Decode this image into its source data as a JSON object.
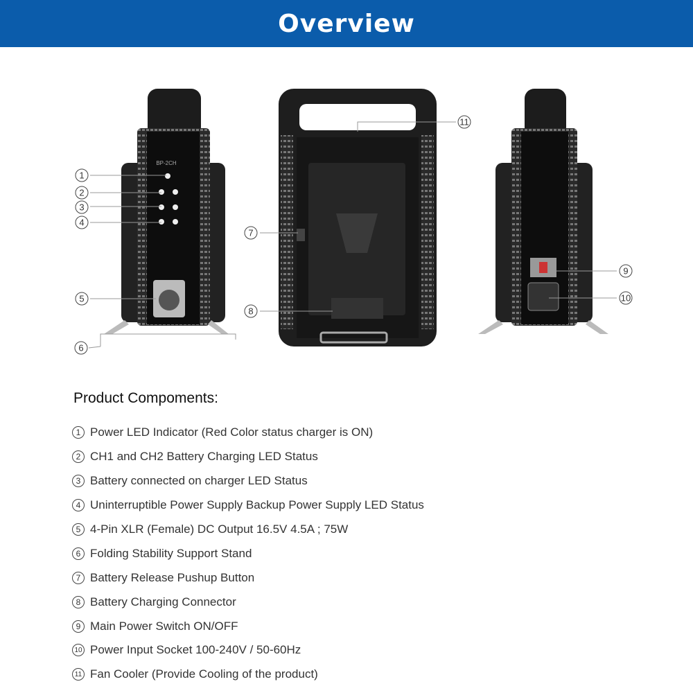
{
  "header": {
    "title": "Overview"
  },
  "device": {
    "model_label": "BP-2CH"
  },
  "callouts": [
    "1",
    "2",
    "3",
    "4",
    "5",
    "6",
    "7",
    "8",
    "9",
    "10",
    "11"
  ],
  "components": {
    "title": "Product Compoments:",
    "items": [
      {
        "num": "1",
        "text": "Power LED Indicator (Red Color status charger is ON)"
      },
      {
        "num": "2",
        "text": "CH1 and CH2 Battery Charging LED Status"
      },
      {
        "num": "3",
        "text": "Battery connected  on charger LED Status"
      },
      {
        "num": "4",
        "text": "Uninterruptible Power Supply Backup Power Supply LED Status"
      },
      {
        "num": "5",
        "text": "4-Pin XLR (Female) DC Output 16.5V 4.5A ; 75W"
      },
      {
        "num": "6",
        "text": "Folding Stability Support Stand"
      },
      {
        "num": "7",
        "text": "Battery Release Pushup Button"
      },
      {
        "num": "8",
        "text": "Battery Charging Connector"
      },
      {
        "num": "9",
        "text": "Main Power Switch ON/OFF"
      },
      {
        "num": "10",
        "text": "Power Input Socket 100-240V / 50-60Hz"
      },
      {
        "num": "11",
        "text": "Fan Cooler (Provide Cooling of the product)"
      }
    ]
  },
  "colors": {
    "header": "#0b5cab",
    "device": "#1a1a1a"
  }
}
